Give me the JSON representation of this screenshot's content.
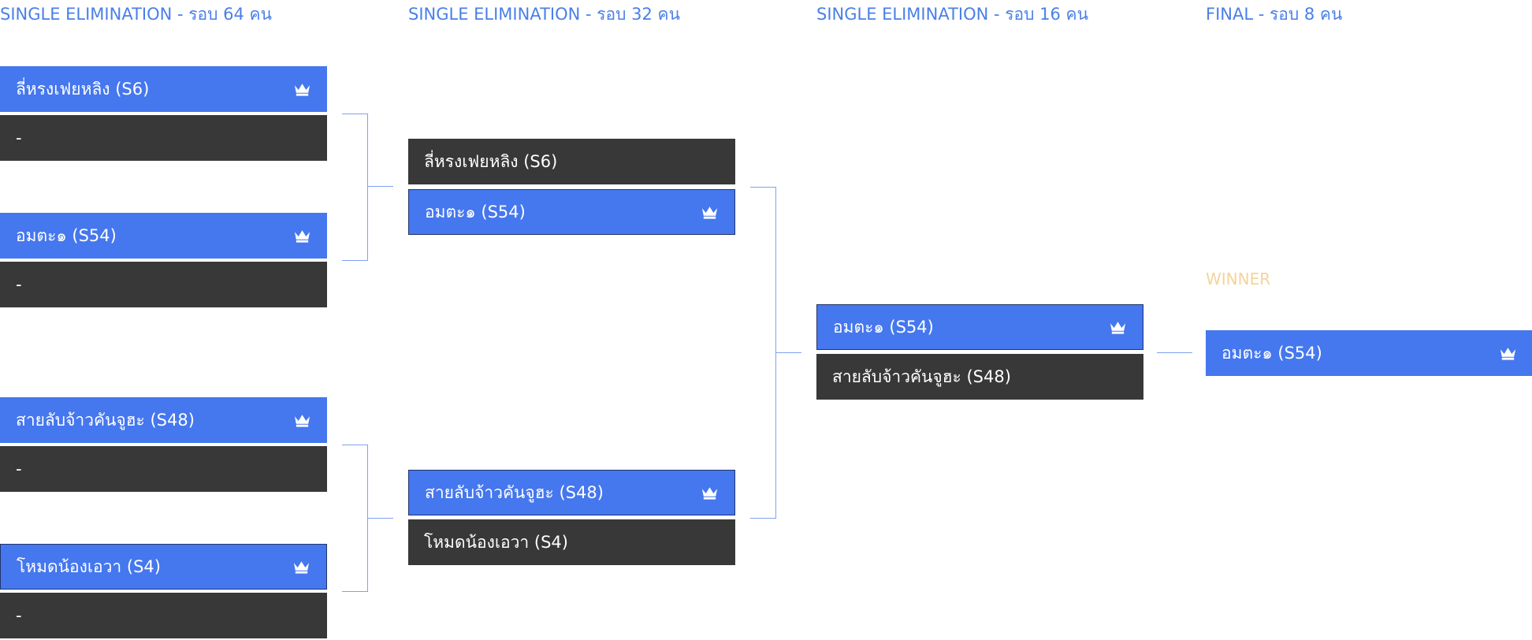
{
  "rounds": [
    {
      "title": "SINGLE ELIMINATION - รอบ 64 คน"
    },
    {
      "title": "SINGLE ELIMINATION - รอบ 32 คน"
    },
    {
      "title": "SINGLE ELIMINATION - รอบ 16 คน"
    },
    {
      "title": "FINAL - รอบ 8 คน"
    }
  ],
  "round64": [
    {
      "name": "ลี่หรงเฟยหลิง (S6)",
      "winner": true
    },
    {
      "name": "-",
      "winner": false
    },
    {
      "name": "อมตะ๑ (S54)",
      "winner": true
    },
    {
      "name": "-",
      "winner": false
    },
    {
      "name": "สายลับจ้าวคันจูฮะ (S48)",
      "winner": true
    },
    {
      "name": "-",
      "winner": false
    },
    {
      "name": "โหมดน้องเอวา (S4)",
      "winner": true
    },
    {
      "name": "-",
      "winner": false
    }
  ],
  "round32": [
    {
      "name": "ลี่หรงเฟยหลิง (S6)",
      "winner": false
    },
    {
      "name": "อมตะ๑ (S54)",
      "winner": true
    },
    {
      "name": "สายลับจ้าวคันจูฮะ (S48)",
      "winner": true
    },
    {
      "name": "โหมดน้องเอวา (S4)",
      "winner": false
    }
  ],
  "round16": [
    {
      "name": "อมตะ๑ (S54)",
      "winner": true
    },
    {
      "name": "สายลับจ้าวคันจูฮะ (S48)",
      "winner": false
    }
  ],
  "final": {
    "label": "WINNER",
    "name": "อมตะ๑ (S54)"
  },
  "icons": {
    "winner_marker": "crown-icon"
  },
  "colors": {
    "accent": "#4577ee",
    "dark": "#383838",
    "winner_label": "#f6d39a",
    "title": "#4a7fe8"
  }
}
